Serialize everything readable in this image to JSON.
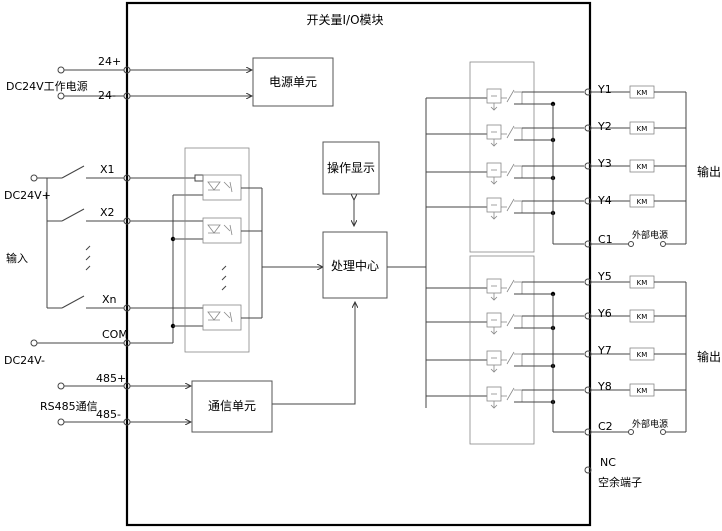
{
  "module": {
    "title": "开关量I/O模块"
  },
  "blocks": {
    "power": "电源单元",
    "display": "操作显示",
    "cpu": "处理中心",
    "comm": "通信单元"
  },
  "left_labels": {
    "dc24v_work": "DC24V工作电源",
    "dc24v_plus": "DC24V+",
    "input": "输入",
    "dc24v_minus": "DC24V-",
    "rs485": "RS485通信"
  },
  "terminals_left": {
    "p24plus": "24+",
    "p24minus": "24-",
    "x1": "X1",
    "x2": "X2",
    "xn": "Xn",
    "com": "COM",
    "r485plus": "485+",
    "r485minus": "485-"
  },
  "terminals_right": [
    "Y1",
    "Y2",
    "Y3",
    "Y4",
    "C1",
    "Y5",
    "Y6",
    "Y7",
    "Y8",
    "C2",
    "NC"
  ],
  "right_labels": {
    "output_1": "输出",
    "output_2": "输出",
    "ext_power_1": "外部电源",
    "ext_power_2": "外部电源",
    "spare": "空余端子"
  },
  "km_label": "KM"
}
